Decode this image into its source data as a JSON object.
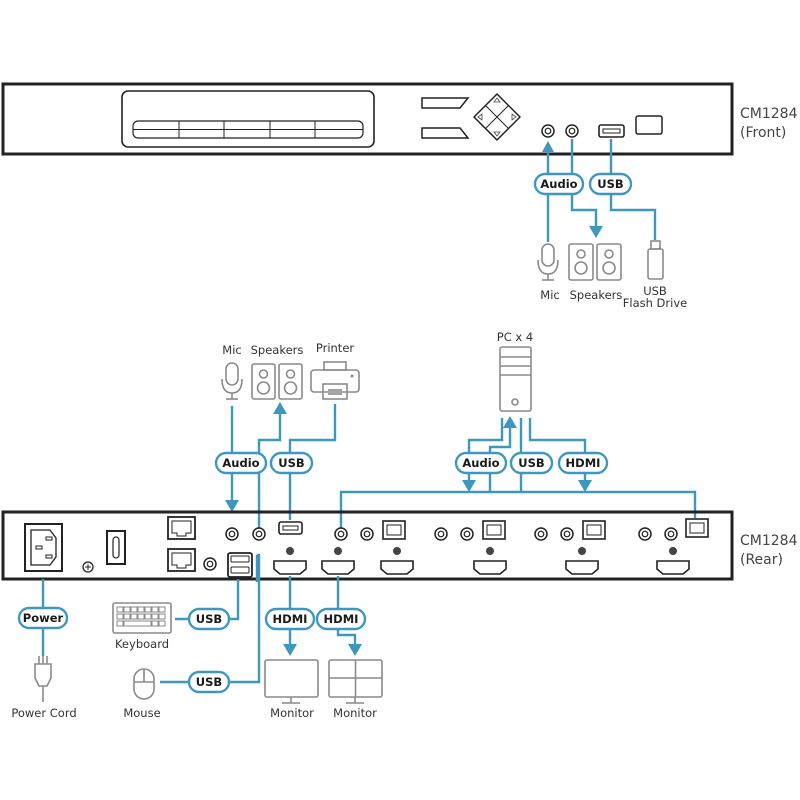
{
  "colors": {
    "cable": "#3e97bd",
    "device_outline": "#222222",
    "peripheral_outline": "#8a8a8a",
    "background": "#ffffff"
  },
  "front_unit": {
    "model": "CM1284",
    "view": "(Front)"
  },
  "rear_unit": {
    "model": "CM1284",
    "view": "(Rear)"
  },
  "front_connections": {
    "pills": {
      "audio": "Audio",
      "usb": "USB"
    },
    "devices": {
      "mic": "Mic",
      "speakers": "Speakers",
      "flash_line1": "USB",
      "flash_line2": "Flash Drive"
    }
  },
  "rear_top_connections": {
    "pills": {
      "audio": "Audio",
      "usb": "USB"
    },
    "devices": {
      "mic": "Mic",
      "speakers": "Speakers",
      "printer": "Printer"
    }
  },
  "pc_connections": {
    "pc_label": "PC x 4",
    "pills": {
      "audio": "Audio",
      "usb": "USB",
      "hdmi": "HDMI"
    }
  },
  "rear_bottom_connections": {
    "pills": {
      "power": "Power",
      "keyboard_usb": "USB",
      "mouse_usb": "USB",
      "hdmi1": "HDMI",
      "hdmi2": "HDMI"
    },
    "devices": {
      "power_cord": "Power Cord",
      "keyboard": "Keyboard",
      "mouse": "Mouse",
      "monitor1": "Monitor",
      "monitor2": "Monitor"
    }
  },
  "icons": [
    "microphone-icon",
    "speakers-icon",
    "usb-flash-drive-icon",
    "printer-icon",
    "pc-tower-icon",
    "keyboard-icon",
    "mouse-icon",
    "monitor-icon",
    "video-wall-monitor-icon",
    "power-cord-icon"
  ]
}
